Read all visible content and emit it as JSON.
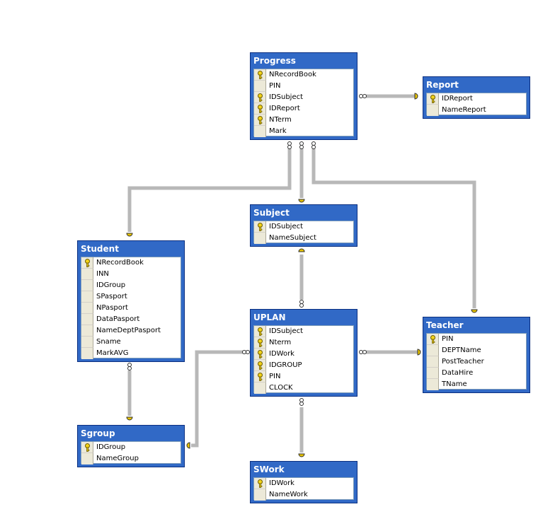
{
  "tables": {
    "progress": {
      "title": "Progress",
      "columns": [
        {
          "name": "NRecordBook",
          "key": true
        },
        {
          "name": "PIN",
          "key": false
        },
        {
          "name": "IDSubject",
          "key": true
        },
        {
          "name": "IDReport",
          "key": true
        },
        {
          "name": "NTerm",
          "key": true
        },
        {
          "name": "Mark",
          "key": false
        }
      ]
    },
    "report": {
      "title": "Report",
      "columns": [
        {
          "name": "IDReport",
          "key": true
        },
        {
          "name": "NameReport",
          "key": false
        }
      ]
    },
    "subject": {
      "title": "Subject",
      "columns": [
        {
          "name": "IDSubject",
          "key": true
        },
        {
          "name": "NameSubject",
          "key": false
        }
      ]
    },
    "student": {
      "title": "Student",
      "columns": [
        {
          "name": "NRecordBook",
          "key": true
        },
        {
          "name": "INN",
          "key": false
        },
        {
          "name": "IDGroup",
          "key": false
        },
        {
          "name": "SPasport",
          "key": false
        },
        {
          "name": "NPasport",
          "key": false
        },
        {
          "name": "DataPasport",
          "key": false
        },
        {
          "name": "NameDeptPasport",
          "key": false
        },
        {
          "name": "Sname",
          "key": false
        },
        {
          "name": "MarkAVG",
          "key": false
        }
      ]
    },
    "uplan": {
      "title": "UPLAN",
      "columns": [
        {
          "name": "IDSubject",
          "key": true
        },
        {
          "name": "Nterm",
          "key": true
        },
        {
          "name": "IDWork",
          "key": true
        },
        {
          "name": "IDGROUP",
          "key": true
        },
        {
          "name": "PIN",
          "key": true
        },
        {
          "name": "CLOCK",
          "key": false
        }
      ]
    },
    "teacher": {
      "title": "Teacher",
      "columns": [
        {
          "name": "PIN",
          "key": true
        },
        {
          "name": "DEPTName",
          "key": false
        },
        {
          "name": "PostTeacher",
          "key": false
        },
        {
          "name": "DataHire",
          "key": false
        },
        {
          "name": "TName",
          "key": false
        }
      ]
    },
    "sgroup": {
      "title": "Sgroup",
      "columns": [
        {
          "name": "IDGroup",
          "key": true
        },
        {
          "name": "NameGroup",
          "key": false
        }
      ]
    },
    "swork": {
      "title": "SWork",
      "columns": [
        {
          "name": "IDWork",
          "key": true
        },
        {
          "name": "NameWork",
          "key": false
        }
      ]
    }
  },
  "relationships": [
    {
      "from": "Progress",
      "to": "Report"
    },
    {
      "from": "Progress",
      "to": "Student"
    },
    {
      "from": "Progress",
      "to": "Subject"
    },
    {
      "from": "Progress",
      "to": "Teacher"
    },
    {
      "from": "UPLAN",
      "to": "Subject"
    },
    {
      "from": "UPLAN",
      "to": "Teacher"
    },
    {
      "from": "UPLAN",
      "to": "Sgroup"
    },
    {
      "from": "UPLAN",
      "to": "SWork"
    },
    {
      "from": "Student",
      "to": "Sgroup"
    }
  ],
  "colors": {
    "title_bar": "#3169c6",
    "key_icon": "#e8c400",
    "connector_line": "#c0c0c0"
  }
}
